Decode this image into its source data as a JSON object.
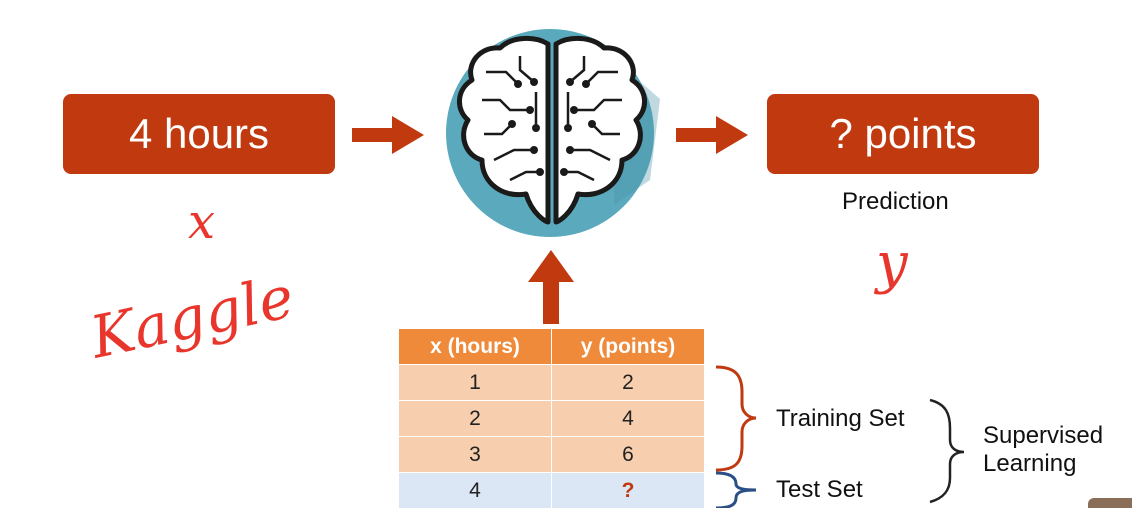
{
  "input_box": {
    "label": "4 hours"
  },
  "output_box": {
    "label": "? points"
  },
  "prediction_label": "Prediction",
  "annotations": {
    "x_symbol": "x",
    "source": "Kaggle",
    "y_symbol": "y"
  },
  "table": {
    "headers": [
      "x (hours)",
      "y (points)"
    ],
    "training_rows": [
      [
        "1",
        "2"
      ],
      [
        "2",
        "4"
      ],
      [
        "3",
        "6"
      ]
    ],
    "test_rows": [
      [
        "4",
        "?"
      ]
    ]
  },
  "brackets": {
    "training_set": "Training Set",
    "test_set": "Test Set",
    "supervised_learning": [
      "Supervised",
      "Learning"
    ]
  },
  "colors": {
    "box": "#c0390f",
    "header": "#ee8a3a",
    "training_row": "#f8cfae",
    "test_row": "#dbe7f5",
    "brain_circle": "#5aa9bd",
    "handwriting": "#e8362d",
    "training_brace": "#c0390f",
    "test_brace": "#2a4f86"
  },
  "icons": {
    "model": "brain-circuit-icon"
  }
}
